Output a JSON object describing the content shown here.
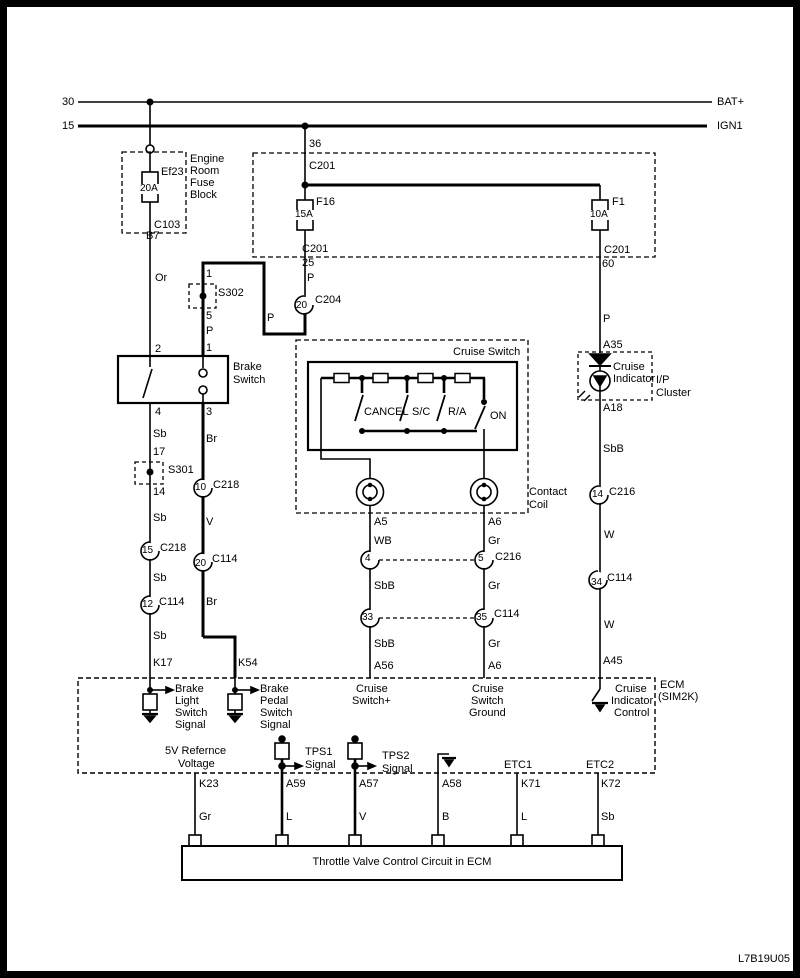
{
  "code": "L7B19U05",
  "power": {
    "p30": "30",
    "bat": "BAT+",
    "p15": "15",
    "ign": "IGN1"
  },
  "efb": {
    "name": [
      "Engine",
      "Room",
      "Fuse",
      "Block"
    ],
    "fuse": "Ef23",
    "rating": "20A",
    "conn": "C103",
    "pin": "B7",
    "wire": "Or"
  },
  "fb": {
    "p36": "36",
    "c201t": "C201",
    "f16": "F16",
    "f16r": "15A",
    "c201l": "C201",
    "p25": "25",
    "p_wire": "P",
    "c204_pin": "20",
    "c204": "C204",
    "p_zig": "P",
    "f1": "F1",
    "f1r": "10A",
    "c201r": "C201",
    "p60": "60"
  },
  "s302": {
    "p1t": "1",
    "name": "S302",
    "p5": "5",
    "p_wire": "P",
    "p1b": "1"
  },
  "bs": {
    "l1": "Brake",
    "l2": "Switch",
    "p2": "2",
    "p4": "4",
    "p3": "3"
  },
  "lb": {
    "w1": "Sb",
    "p17": "17",
    "s301": "S301",
    "p14": "14",
    "w2": "Sb",
    "c218n": "15",
    "c218": "C218",
    "w3": "Sb",
    "c114n": "12",
    "c114": "C114",
    "w4": "Sb",
    "k17": "K17"
  },
  "mb": {
    "w1": "Br",
    "c218n": "10",
    "c218": "C218",
    "w2": "V",
    "c114n": "20",
    "c114": "C114",
    "w3": "Br",
    "k54": "K54"
  },
  "rb": {
    "p_wire": "P",
    "a35": "A35",
    "ind1": "Cruise",
    "ind2": "Indicator",
    "ip1": "I/P",
    "ip2": "Cluster",
    "a18": "A18",
    "w1": "SbB",
    "c216n": "14",
    "c216": "C216",
    "w2": "W",
    "c114n": "34",
    "c114": "C114",
    "w3": "W",
    "a45": "A45"
  },
  "cs": {
    "title": "Cruise Switch",
    "cancel": "CANCEL",
    "sc": "S/C",
    "ra": "R/A",
    "on": "ON",
    "ct1": "Contact",
    "ct2": "Coil",
    "a5": "A5",
    "a6": "A6",
    "wb": "WB",
    "gr1": "Gr",
    "n4": "4",
    "n5": "5",
    "c216": "C216",
    "sbb1": "SbB",
    "gr2": "Gr",
    "n33": "33",
    "n35": "35",
    "c114": "C114",
    "sbb2": "SbB",
    "gr3": "Gr",
    "a56": "A56",
    "a6b": "A6"
  },
  "ecm": {
    "n1": "ECM",
    "n2": "(SIM2K)",
    "bls": [
      "Brake",
      "Light",
      "Switch",
      "Signal"
    ],
    "bps": [
      "Brake",
      "Pedal",
      "Switch",
      "Signal"
    ],
    "csp": [
      "Cruise",
      "Switch+"
    ],
    "csg": [
      "Cruise",
      "Switch",
      "Ground"
    ],
    "cic": [
      "Cruise",
      "Indicator",
      "Control"
    ],
    "ref1": "5V Refernce",
    "ref2": "Voltage",
    "tps1": [
      "TPS1",
      "Signal"
    ],
    "tps2": [
      "TPS2",
      "Signal"
    ],
    "etc1": "ETC1",
    "etc2": "ETC2"
  },
  "bt": {
    "k23": "K23",
    "w1": "Gr",
    "a59": "A59",
    "w2": "L",
    "a57": "A57",
    "w3": "V",
    "a58": "A58",
    "w4": "B",
    "k71": "K71",
    "w5": "L",
    "k72": "K72",
    "w6": "Sb",
    "box": "Throttle Valve Control Circuit in ECM"
  }
}
